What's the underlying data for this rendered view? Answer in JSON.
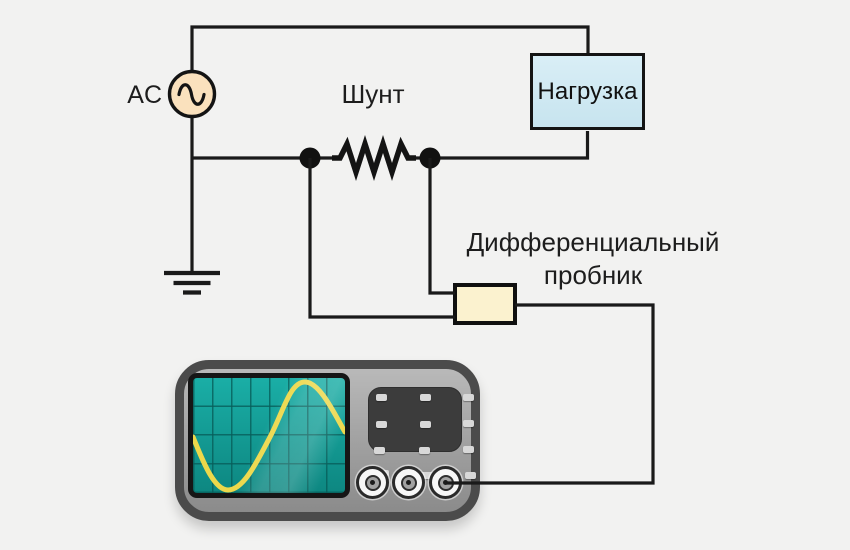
{
  "diagram": {
    "labels": {
      "ac": "AC",
      "shunt": "Шунт",
      "load": "Нагрузка",
      "probe_line1": "Дифференциальный",
      "probe_line2": "пробник"
    },
    "components": [
      "ac-source",
      "shunt-resistor",
      "load",
      "ground",
      "differential-probe",
      "oscilloscope"
    ],
    "colors": {
      "background": "#f2f2f1",
      "wire": "#1a1a1a",
      "ac_source_fill": "#fae1bd",
      "load_fill": "#cde9f3",
      "probe_fill": "#fbf2cf",
      "screen_teal_top": "#1aaea6",
      "screen_teal_bottom": "#0d8781",
      "trace_yellow": "#ecd84b",
      "scope_body": "#9e9e9e",
      "scope_border": "#4b4b4b",
      "panel_dark": "#3c3c3c"
    }
  }
}
